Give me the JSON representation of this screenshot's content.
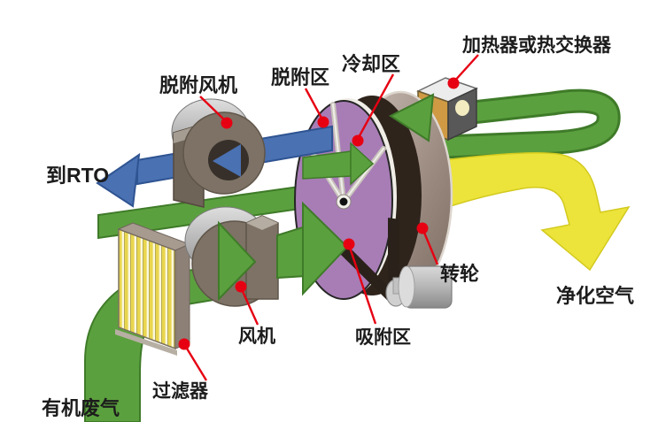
{
  "diagram": {
    "labels": {
      "desorption_fan": "脱附风机",
      "desorption_zone": "脱附区",
      "cooling_zone": "冷却区",
      "heater": "加热器或热交换器",
      "to_rto": "到RTO",
      "rotary_wheel": "转轮",
      "purified_air": "净化空气",
      "adsorption_zone": "吸附区",
      "fan": "风机",
      "filter": "过滤器",
      "organic_waste_gas": "有机废气"
    },
    "colors": {
      "process_air_green": "#5ba03e",
      "concentrated_air_blue": "#4a71b2",
      "purified_air_yellow": "#ece43a",
      "wheel_purple": "#a87db6",
      "wheel_rim_tan": "#9b8a80",
      "callout_red": "#e60012",
      "heater_orange": "#cf9a43",
      "text": "#1c1c1c"
    }
  }
}
